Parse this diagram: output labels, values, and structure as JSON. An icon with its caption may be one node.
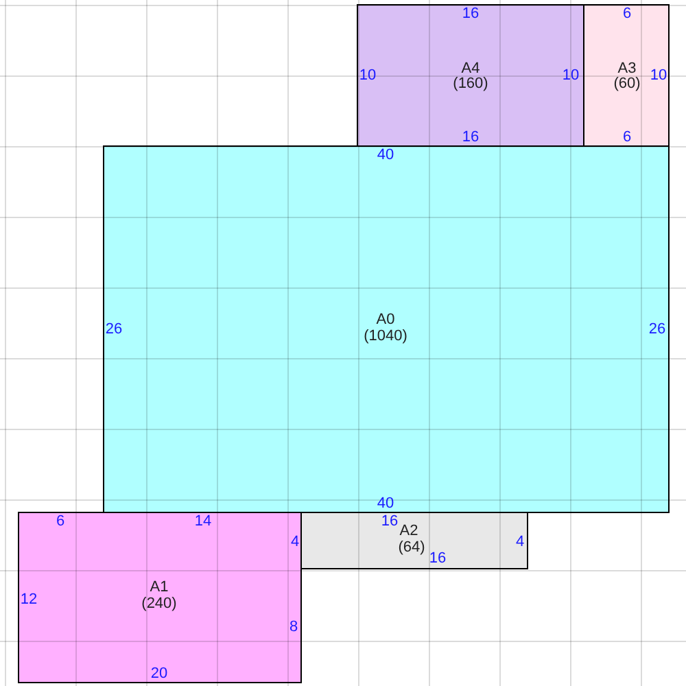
{
  "diagram": {
    "nodes": [
      {
        "text": [
          "A4",
          "(160)",
          "16",
          "10",
          "10",
          "16"
        ]
      },
      {
        "text": [
          "A3",
          "(60)",
          "6",
          "10",
          "6"
        ]
      },
      {
        "text": [
          "A0",
          "(1040)",
          "40",
          "26",
          "26",
          "40"
        ]
      },
      {
        "text": [
          "A1",
          "(240)",
          "6",
          "14",
          "4",
          "12",
          "8",
          "20"
        ]
      },
      {
        "text": [
          "A2",
          "(64)",
          "16",
          "4",
          "16"
        ]
      }
    ]
  }
}
